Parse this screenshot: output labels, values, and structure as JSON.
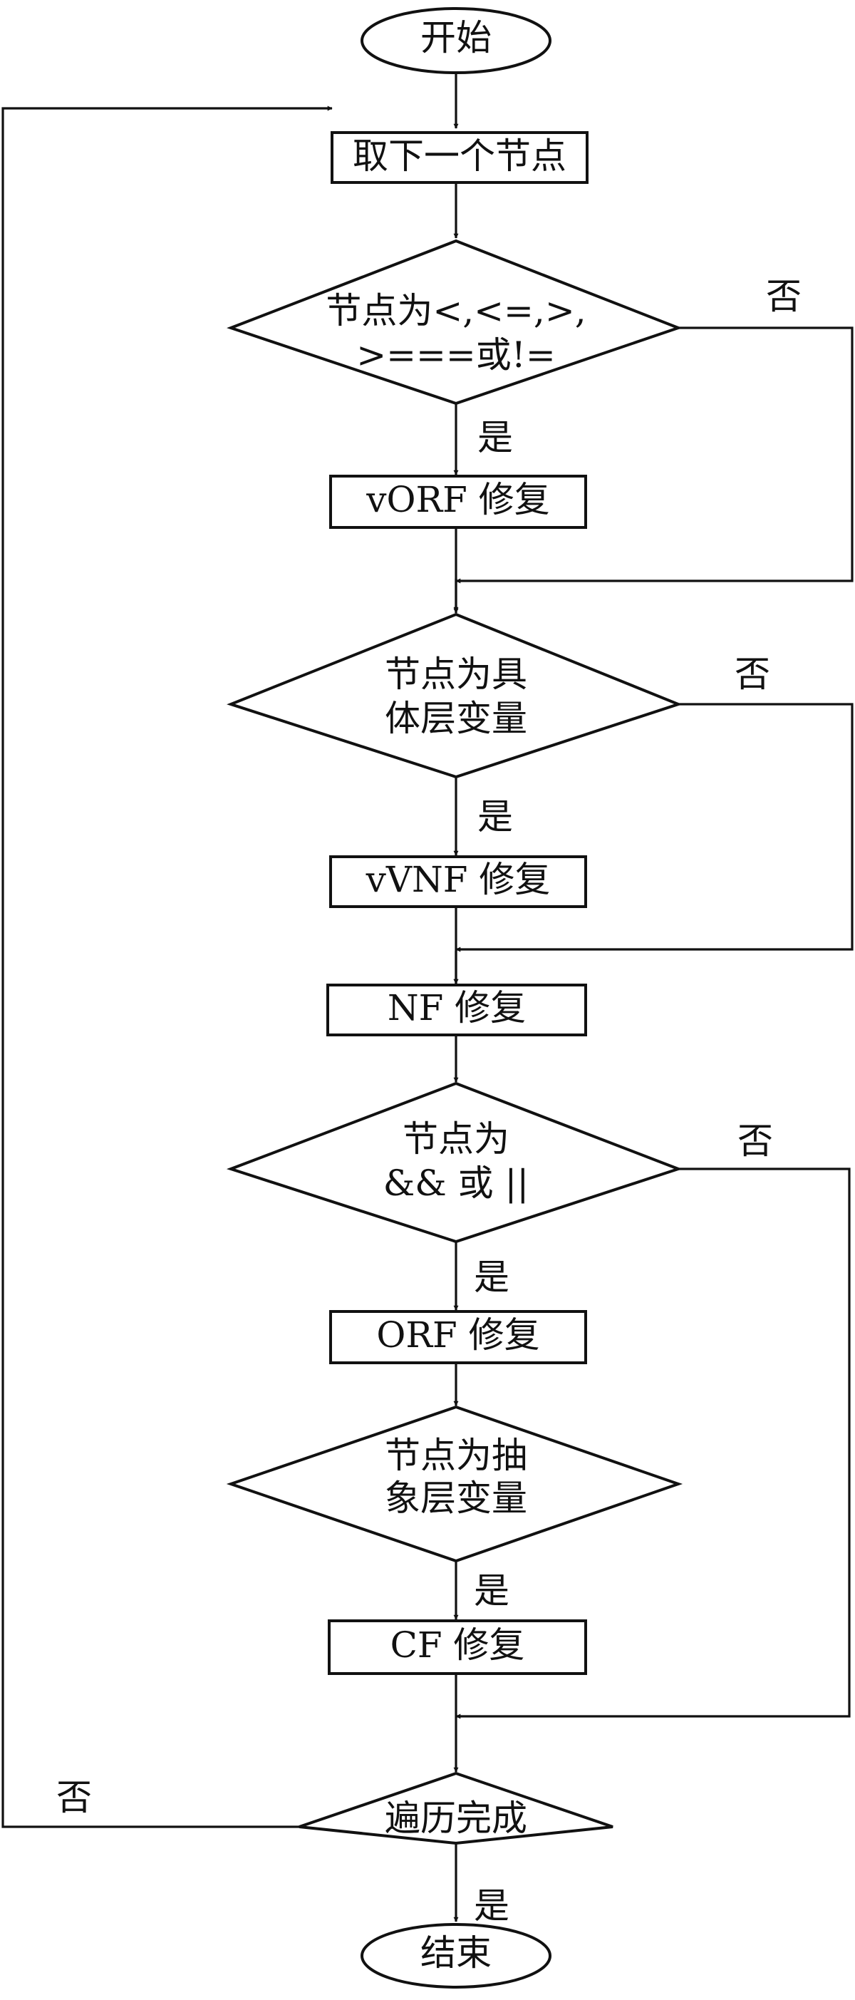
{
  "flowchart": {
    "start": "开始",
    "get_next_node": "取下一个节点",
    "decision_relational": [
      "节点为<,<=,>,",
      ">===或!="
    ],
    "vorf_repair": "vORF 修复",
    "decision_concrete": [
      "节点为具",
      "体层变量"
    ],
    "vvnf_repair": "vVNF 修复",
    "nf_repair": "NF 修复",
    "decision_logical": [
      "节点为",
      "&& 或 ||"
    ],
    "orf_repair": "ORF 修复",
    "decision_abstract": [
      "节点为抽",
      "象层变量"
    ],
    "cf_repair": "CF 修复",
    "decision_traversal": "遍历完成",
    "end": "结束",
    "label_yes": "是",
    "label_no": "否"
  }
}
